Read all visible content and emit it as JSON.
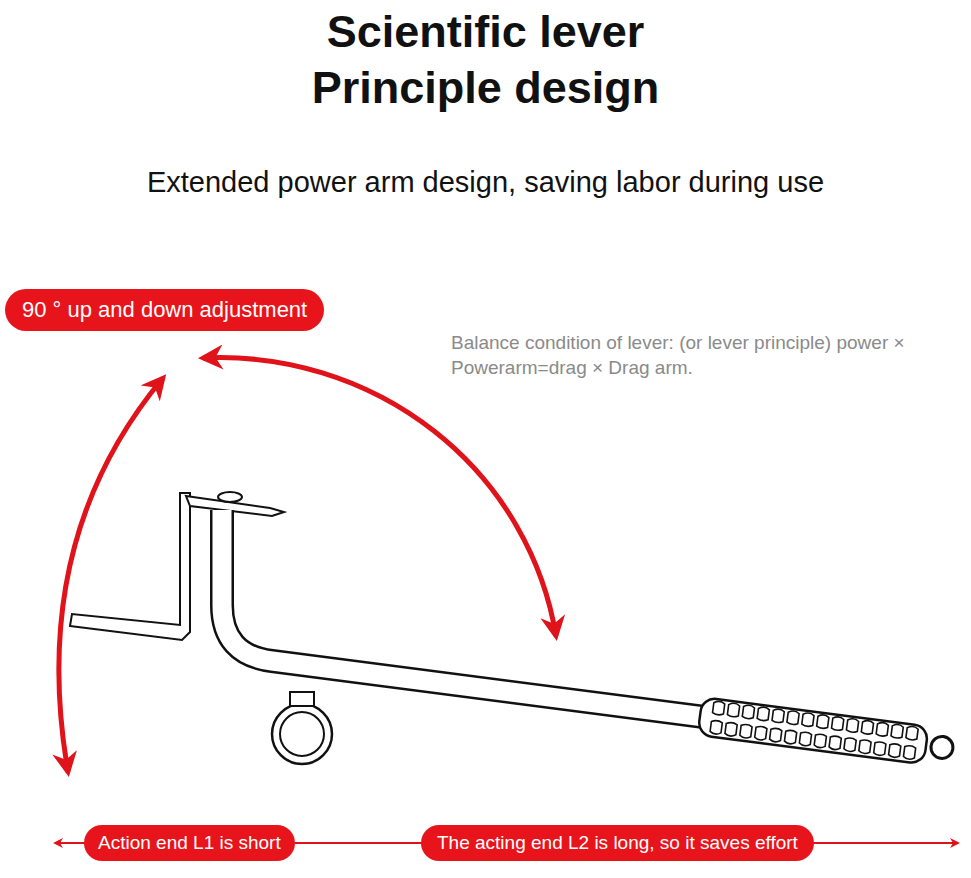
{
  "diagram": {
    "title": "Scientific lever Principle design",
    "nodes": [
      {
        "text": [
          "90 ° up and down adjustment"
        ]
      },
      {
        "text": [
          "Action end L1 is short"
        ]
      },
      {
        "text": [
          "The acting end L2 is long, so it saves effort"
        ]
      }
    ],
    "edges": [],
    "labels": [
      "Extended power arm design, saving labor during use",
      "Balance condition of lever: (or lever principle) power × Powerarm=drag × Drag arm."
    ]
  }
}
